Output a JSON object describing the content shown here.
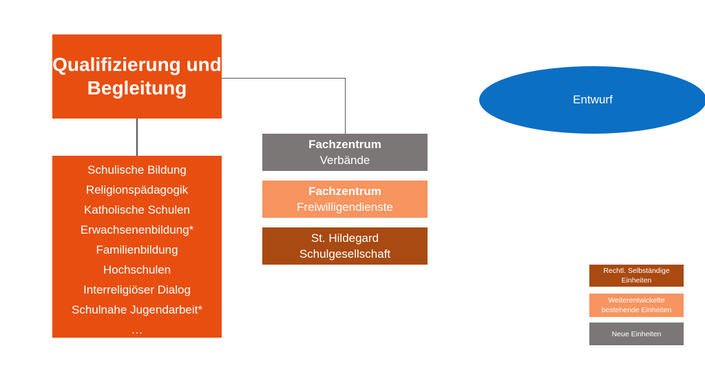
{
  "colors": {
    "orange": "#e84e0f",
    "gray": "#7b7776",
    "light_orange": "#f7945f",
    "brown": "#a84a12",
    "blue": "#0b6fc4",
    "connector": "#555555"
  },
  "main_box": {
    "title_line1": "Qualifizierung und",
    "title_line2": "Begleitung"
  },
  "list_box": {
    "items": [
      "Schulische Bildung",
      "Religionspädagogik",
      "Katholische Schulen",
      "Erwachsenenbildung*",
      "Familienbildung",
      "Hochschulen",
      "Interreligiöser Dialog",
      "Schulnahe Jugendarbeit*",
      "…"
    ]
  },
  "units": [
    {
      "line1": "Fachzentrum",
      "line2": "Verbände",
      "color_key": "gray"
    },
    {
      "line1": "Fachzentrum",
      "line2": "Freiwilligendienste",
      "color_key": "light_orange"
    },
    {
      "line1": "St. Hildegard",
      "line2": "Schulgesellschaft",
      "color_key": "brown"
    }
  ],
  "draft_label": "Entwurf",
  "legend": [
    {
      "line1": "Rechtl. Selbständige",
      "line2": "Einheiten",
      "color_key": "brown"
    },
    {
      "line1": "Weiterentwickelte",
      "line2": "bestehende Einheiten",
      "color_key": "light_orange"
    },
    {
      "line1": "Neue Einheiten",
      "line2": "",
      "color_key": "gray"
    }
  ]
}
